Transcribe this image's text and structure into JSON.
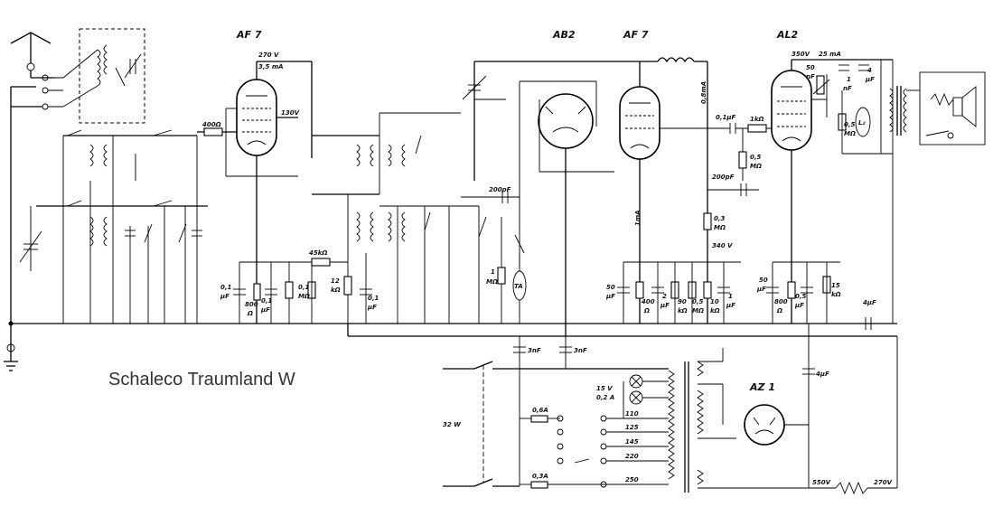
{
  "caption": "Schaleco Traumland W",
  "tubes": {
    "af7_1": "AF 7",
    "ab2": "AB2",
    "af7_2": "AF 7",
    "al2": "AL2",
    "az1": "AZ 1"
  },
  "labels": {
    "v270": "270 V",
    "ma35": "3,5 mA",
    "v130": "130V",
    "r400": "400Ω",
    "r45k": "45kΩ",
    "c01_a": "0,1",
    "uf_a": "μF",
    "r800_a": "800",
    "ohm_a": "Ω",
    "c01_b": "0,1",
    "uf_b": "μF",
    "r01": "0,1",
    "mohm_a": "MΩ",
    "r12": "12",
    "kohm_a": "kΩ",
    "c01_c": "0,1",
    "uf_c": "μF",
    "c200pf_a": "200pF",
    "r1m": "1",
    "mohm_b": "MΩ",
    "ta": "TA",
    "ma08": "0,8mA",
    "c01uf": "0,1μF",
    "r1k": "1kΩ",
    "r05a": "0,5",
    "mohm_c": "MΩ",
    "c200pf_b": "200pF",
    "r03": "0,3",
    "mohm_d": "MΩ",
    "ma1": "1mA",
    "v340": "340 V",
    "c50a": "50",
    "uf_d": "μF",
    "r400b": "400",
    "ohm_b": "Ω",
    "c2": "2",
    "uf_e": "μF",
    "r90": "90",
    "kohm_b": "kΩ",
    "r05b": "0,5",
    "mohm_e": "MΩ",
    "r10": "10",
    "kohm_c": "kΩ",
    "c1": "1",
    "uf_f": "μF",
    "v350": "350V",
    "ma25": "25 mA",
    "c50nf": "50",
    "nf_a": "nF",
    "c1nf": "1",
    "nf_b": "nF",
    "c4uf_a": "4",
    "uf_g": "μF",
    "r05c": "0,5",
    "mohm_f": "MΩ",
    "l2": "L₂",
    "c50b": "50",
    "uf_h": "μF",
    "r800b": "800",
    "ohm_c": "Ω",
    "c05": "0,5",
    "uf_i": "μF",
    "r15": "15",
    "kohm_d": "kΩ",
    "c4uf_b": "4μF",
    "c3nf_a": "3nF",
    "c3nf_b": "3nF",
    "c4uf_c": "4μF",
    "v15": "15 V",
    "a02": "0,2 A",
    "f06": "0,6A",
    "f03": "0,3A",
    "w32": "32 W",
    "t110": "110",
    "t125": "125",
    "t145": "145",
    "t220": "220",
    "t250": "250",
    "v550": "550V",
    "v270b": "270V"
  }
}
